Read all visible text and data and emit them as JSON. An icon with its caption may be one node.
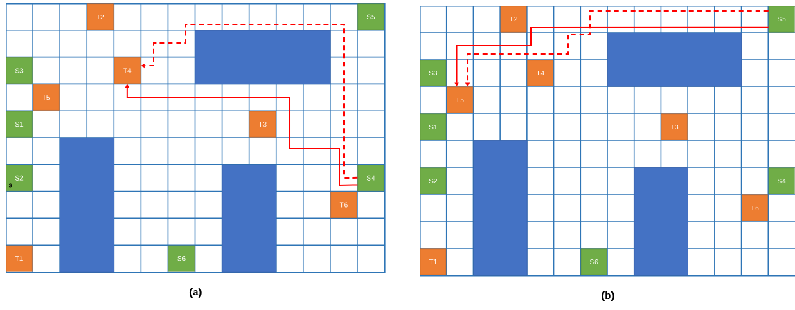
{
  "diagram": {
    "nodes": [
      {
        "text": [
          "(a)"
        ]
      },
      {
        "text": [
          "T2"
        ],
        "in": 0
      },
      {
        "text": [
          "S5"
        ],
        "in": 0
      },
      {
        "text": [
          "S3"
        ],
        "in": 0
      },
      {
        "text": [
          "T4"
        ],
        "in": 0
      },
      {
        "text": [
          "T5"
        ],
        "in": 0
      },
      {
        "text": [
          "S1"
        ],
        "in": 0
      },
      {
        "text": [
          "T3"
        ],
        "in": 0
      },
      {
        "text": [
          "S2"
        ],
        "in": 0
      },
      {
        "text": [
          "S4"
        ],
        "in": 0
      },
      {
        "text": [
          "T6"
        ],
        "in": 0
      },
      {
        "text": [
          "T1"
        ],
        "in": 0
      },
      {
        "text": [
          "S6"
        ],
        "in": 0
      },
      {
        "text": [],
        "shape": "box",
        "in": 0
      },
      {
        "text": [],
        "shape": "box",
        "in": 0
      },
      {
        "text": [],
        "shape": "box",
        "in": 0
      },
      {
        "text": [
          "(b)"
        ]
      },
      {
        "text": [
          "T2"
        ],
        "in": 16
      },
      {
        "text": [
          "S5"
        ],
        "in": 16
      },
      {
        "text": [
          "S3"
        ],
        "in": 16
      },
      {
        "text": [
          "T4"
        ],
        "in": 16
      },
      {
        "text": [
          "T5"
        ],
        "in": 16
      },
      {
        "text": [
          "S1"
        ],
        "in": 16
      },
      {
        "text": [
          "T3"
        ],
        "in": 16
      },
      {
        "text": [
          "S2"
        ],
        "in": 16
      },
      {
        "text": [
          "S4"
        ],
        "in": 16
      },
      {
        "text": [
          "T6"
        ],
        "in": 16
      },
      {
        "text": [
          "T1"
        ],
        "in": 16
      },
      {
        "text": [
          "S6"
        ],
        "in": 16
      },
      {
        "text": [],
        "shape": "box",
        "in": 16
      },
      {
        "text": [],
        "shape": "box",
        "in": 16
      },
      {
        "text": [],
        "shape": "box",
        "in": 16
      }
    ],
    "edges": [
      {
        "from": 9,
        "to": 4,
        "arrow": "to"
      },
      {
        "from": 9,
        "to": 4,
        "arrow": "to",
        "style": "dashed"
      },
      {
        "from": 18,
        "to": 21,
        "arrow": "to"
      },
      {
        "from": 18,
        "to": 21,
        "arrow": "to",
        "style": "dashed"
      }
    ],
    "labels": [
      "s"
    ]
  }
}
